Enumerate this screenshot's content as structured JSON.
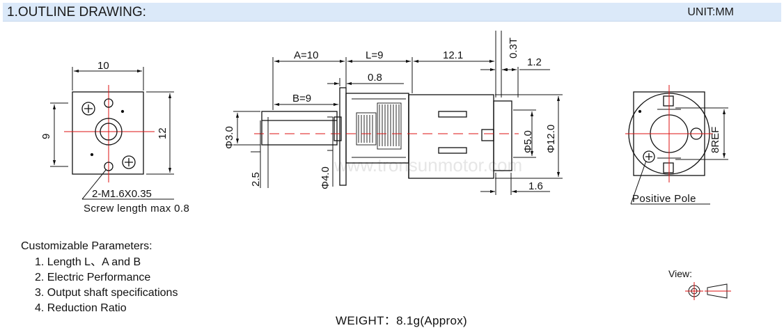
{
  "header": {
    "title": "1.OUTLINE DRAWING:",
    "unit": "UNIT:MM"
  },
  "front_view": {
    "dim_width": "10",
    "dim_height_left": "9",
    "dim_height_right": "12",
    "callout_line1": "2-M1.6X0.35",
    "callout_line2": "Screw length max 0.8"
  },
  "side_view": {
    "dim_a": "A=10",
    "dim_l": "L=9",
    "dim_motor": "12.1",
    "dim_0_3t": "0.3T",
    "dim_1_2": "1.2",
    "dim_0_8": "0.8",
    "dim_b": "B=9",
    "dim_shaft_dia": "Φ3.0",
    "dim_2_5": "2.5",
    "dim_4_0": "Φ4.0",
    "dim_5_0": "Φ5.0",
    "dim_12_0": "Φ12.0",
    "dim_1_6": "1.6"
  },
  "rear_view": {
    "dim_8ref": "8REF",
    "positive_pole": "Positive Pole"
  },
  "watermark": "www.tronsunmotor.com",
  "params": {
    "title": "Customizable Parameters:",
    "items": [
      "1. Length  L、A and B",
      "2. Electric Performance",
      "3. Output shaft specifications",
      "4. Reduction Ratio"
    ]
  },
  "weight": "WEIGHT：8.1g(Approx)",
  "view_label": "View:"
}
